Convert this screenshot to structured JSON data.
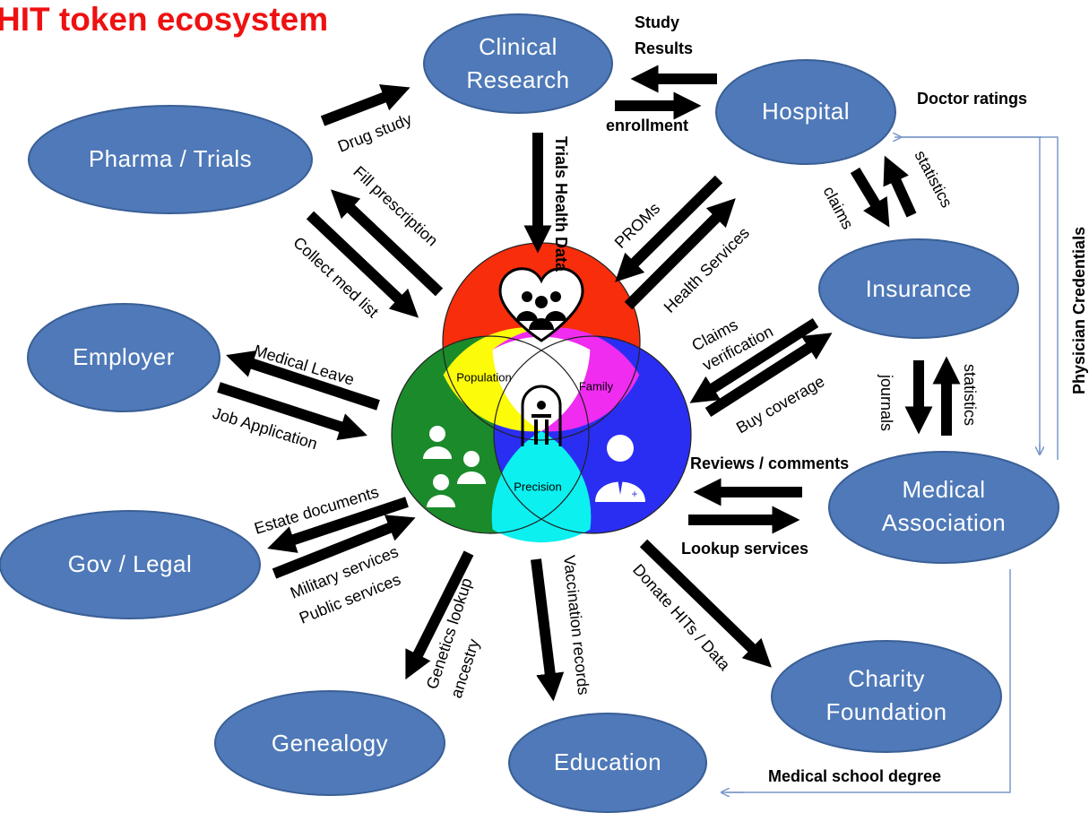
{
  "title": "HIT token ecosystem",
  "nodes": {
    "clinical_research": {
      "line1": "Clinical",
      "line2": "Research"
    },
    "hospital": "Hospital",
    "pharma_trials": "Pharma / Trials",
    "insurance": "Insurance",
    "employer": "Employer",
    "medical_association": {
      "line1": "Medical",
      "line2": "Association"
    },
    "gov_legal": "Gov / Legal",
    "charity_foundation": {
      "line1": "Charity",
      "line2": "Foundation"
    },
    "genealogy": "Genealogy",
    "education": "Education"
  },
  "venn": {
    "population": "Population",
    "family": "Family",
    "precision": "Precision"
  },
  "edges": {
    "drug_study": "Drug study",
    "study_results": {
      "line1": "Study",
      "line2": "Results"
    },
    "enrollment": "enrollment",
    "trials_health_data": "Trials Health Data",
    "proms": "PROMs",
    "health_services": "Health Services",
    "fill_prescription": "Fill prescription",
    "collect_med_list": "Collect med list",
    "claims": "claims",
    "hospital_statistics": "statistics",
    "doctor_ratings": "Doctor ratings",
    "claims_verification": {
      "line1": "Claims",
      "line2": "verification"
    },
    "buy_coverage": "Buy coverage",
    "journals": "journals",
    "insurance_statistics": "statistics",
    "physician_credentials": "Physician Credentials",
    "medical_leave": "Medical Leave",
    "job_application": "Job Application",
    "reviews_comments": "Reviews / comments",
    "lookup_services": "Lookup services",
    "estate_documents": "Estate documents",
    "military_services": "Military services",
    "public_services": "Public services",
    "genetics_lookup": "Genetics lookup",
    "ancestry": "ancestry",
    "vaccination_records": "Vaccination records",
    "donate_hits_data": "Donate HITs / Data",
    "medical_school_degree": "Medical school degree"
  },
  "colors": {
    "node_fill": "#4f79b8",
    "title_red": "#ee1111",
    "venn_red": "#f72d0c",
    "venn_green": "#1b8a2b",
    "venn_blue": "#2a2ef2",
    "venn_yellow": "#fbfb0a",
    "venn_magenta": "#ef2cef",
    "venn_cyan": "#0cf0f0"
  },
  "icons": [
    "heart-group-icon",
    "token-person-icon",
    "patients-icon",
    "doctor-icon"
  ]
}
